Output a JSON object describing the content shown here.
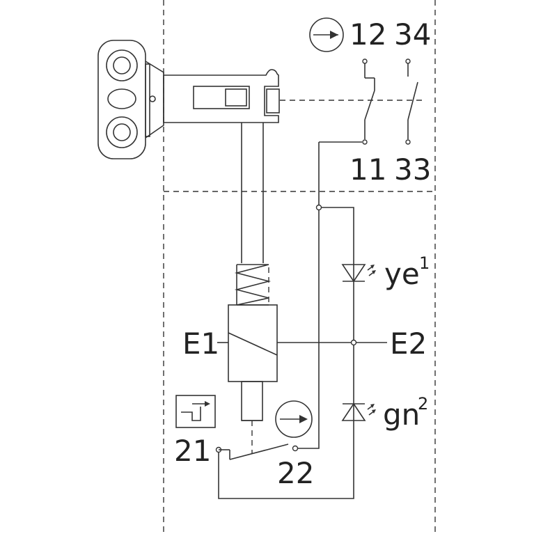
{
  "labels": {
    "t12": "12",
    "t34": "34",
    "t11": "11",
    "t33": "33",
    "e1": "E1",
    "e2": "E2",
    "t21": "21",
    "t22": "22",
    "ye": "ye",
    "ye_sup": "1",
    "gn": "gn",
    "gn_sup": "2"
  }
}
